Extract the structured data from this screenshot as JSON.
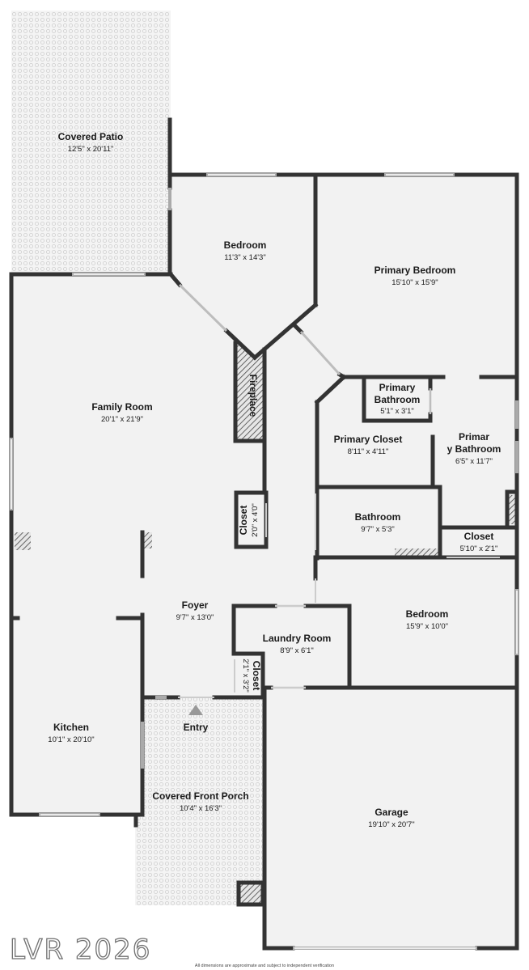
{
  "rooms": [
    {
      "id": "covered-patio",
      "name": "Covered Patio",
      "dims": "12'5\" x 20'11\""
    },
    {
      "id": "bedroom-1",
      "name": "Bedroom",
      "dims": "11'3\" x 14'3\""
    },
    {
      "id": "primary-bedroom",
      "name": "Primary Bedroom",
      "dims": "15'10\" x 15'9\""
    },
    {
      "id": "family-room",
      "name": "Family Room",
      "dims": "20'1\" x 21'9\""
    },
    {
      "id": "primary-bathroom-small",
      "name_lines": [
        "Primary",
        "Bathroom"
      ],
      "dims": "5'1\" x 3'1\""
    },
    {
      "id": "primary-closet",
      "name": "Primary Closet",
      "dims": "8'11\" x 4'11\""
    },
    {
      "id": "primary-bathroom",
      "name_lines": [
        "Primar",
        "y Bathroom"
      ],
      "dims": "6'5\" x 11'7\""
    },
    {
      "id": "bathroom",
      "name": "Bathroom",
      "dims": "9'7\" x 5'3\""
    },
    {
      "id": "closet-right",
      "name": "Closet",
      "dims": "5'10\" x 2'1\""
    },
    {
      "id": "foyer",
      "name": "Foyer",
      "dims": "9'7\" x 13'0\""
    },
    {
      "id": "bedroom-2",
      "name": "Bedroom",
      "dims": "15'9\" x 10'0\""
    },
    {
      "id": "laundry-room",
      "name": "Laundry Room",
      "dims": "8'9\" x 6'1\""
    },
    {
      "id": "kitchen",
      "name": "Kitchen",
      "dims": "10'1\" x 20'10\""
    },
    {
      "id": "entry",
      "name": "Entry"
    },
    {
      "id": "covered-front-porch",
      "name": "Covered Front Porch",
      "dims": "10'4\" x 16'3\""
    },
    {
      "id": "garage",
      "name": "Garage",
      "dims": "19'10\" x 20'7\""
    }
  ],
  "vertical_labels": {
    "fireplace": "Fireplace",
    "closet_hall_name": "Closet",
    "closet_hall_dims": "2'0\" x 4'0\"",
    "closet_laundry_name": "Closet",
    "closet_laundry_dims": "2'1\" x 3'2\""
  },
  "watermark": "LVR 2026",
  "disclaimer": "All dimensions are approximate and subject to independent verification",
  "colors": {
    "wall": "#333333",
    "floor": "#f2f2f2",
    "hatch": "#444444",
    "window": "#aaaaaa"
  }
}
